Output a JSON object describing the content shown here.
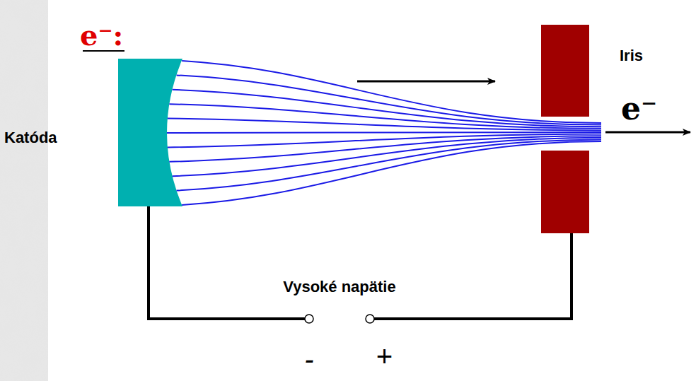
{
  "diagram": {
    "labels": [
      "e⁻:",
      "Katóda",
      "Iris",
      "e⁻",
      "Vysoké napätie",
      "-",
      "+"
    ]
  }
}
